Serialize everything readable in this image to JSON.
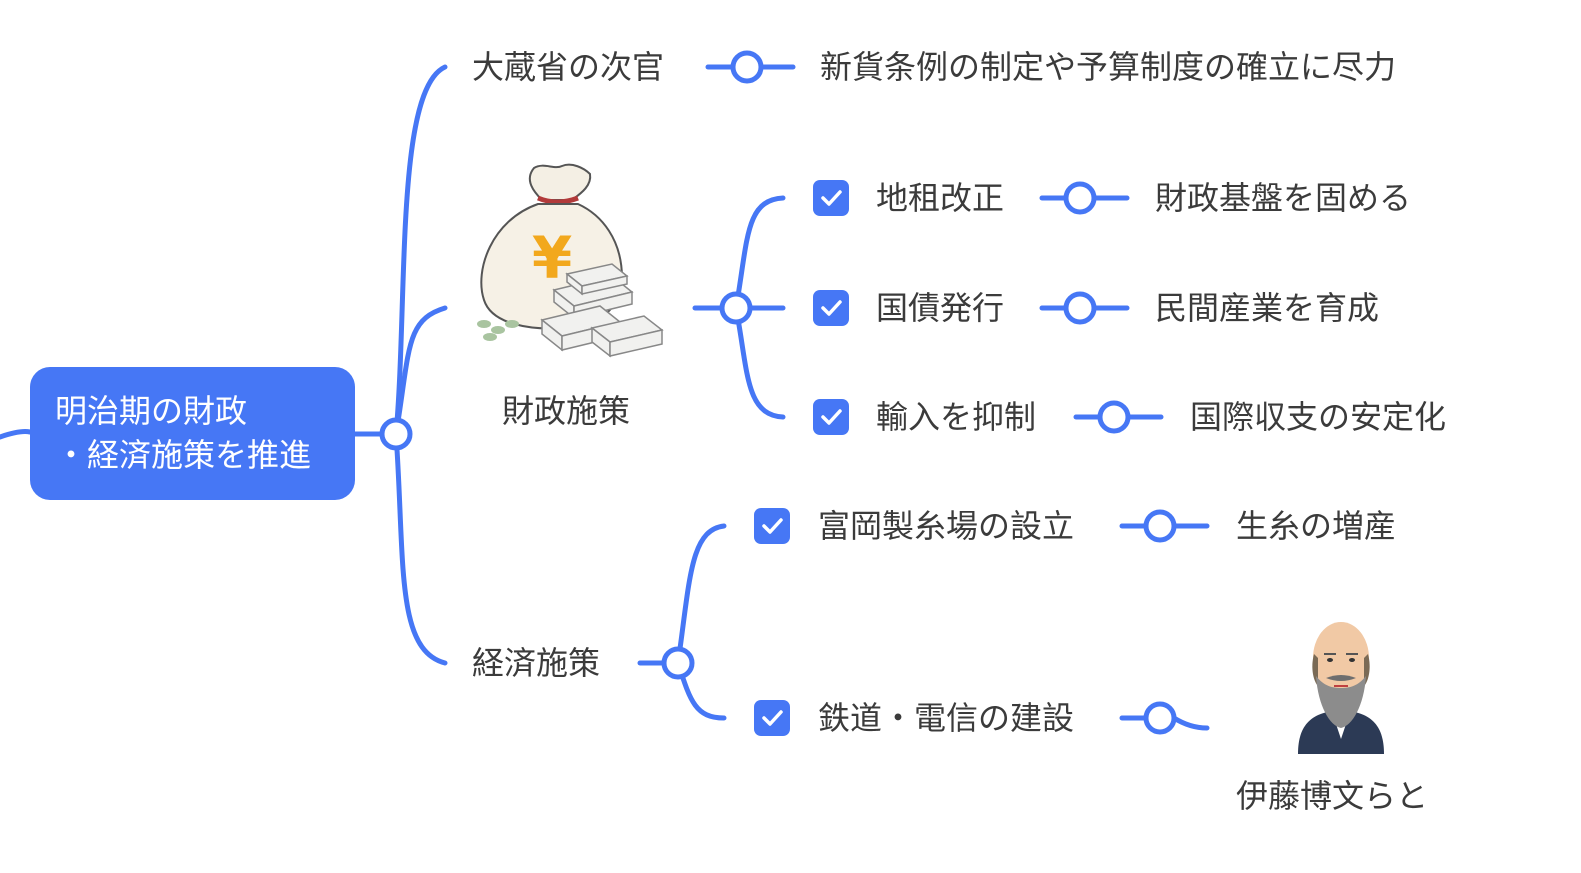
{
  "root": {
    "line1": "明治期の財政",
    "line2": "・経済施策を推進"
  },
  "branches": {
    "vice_minister": {
      "label": "大蔵省の次官",
      "detail": "新貨条例の制定や予算制度の確立に尽力"
    },
    "fiscal": {
      "label": "財政施策",
      "illustration": "money-bag-icon",
      "items": [
        {
          "label": "地租改正",
          "detail": "財政基盤を固める",
          "checked": true
        },
        {
          "label": "国債発行",
          "detail": "民間産業を育成",
          "checked": true
        },
        {
          "label": "輸入を抑制",
          "detail": "国際収支の安定化",
          "checked": true
        }
      ]
    },
    "economic": {
      "label": "経済施策",
      "items": [
        {
          "label": "富岡製糸場の設立",
          "detail": "生糸の増産",
          "checked": true
        },
        {
          "label": "鉄道・電信の建設",
          "detail": "伊藤博文らと",
          "illustration": "portrait-icon",
          "checked": true
        }
      ]
    }
  },
  "colors": {
    "accent": "#4677f5",
    "text": "#3b3b3b",
    "background": "#ffffff"
  }
}
